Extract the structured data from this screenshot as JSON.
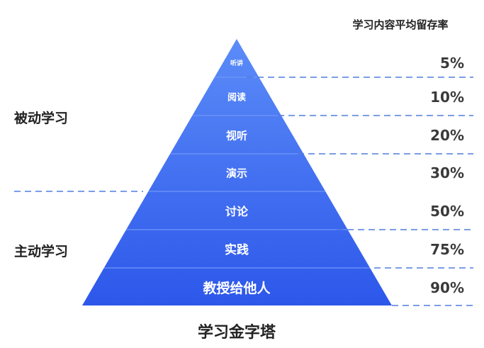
{
  "header": {
    "retention_title": "学习内容平均留存率"
  },
  "side_labels": {
    "passive": "被动学习",
    "active": "主动学习"
  },
  "levels": [
    {
      "name": "听讲",
      "retention": "5%"
    },
    {
      "name": "阅读",
      "retention": "10%"
    },
    {
      "name": "视听",
      "retention": "20%"
    },
    {
      "name": "演示",
      "retention": "30%"
    },
    {
      "name": "讨论",
      "retention": "50%"
    },
    {
      "name": "实践",
      "retention": "75%"
    },
    {
      "name": "教授给他人",
      "retention": "90%"
    }
  ],
  "footer": {
    "title": "学习金字塔"
  },
  "colors": {
    "pyramid_top": "#5b8cf8",
    "pyramid_bottom": "#2d57ea",
    "dash": "#4f7de0",
    "band_line": "#6f97f7"
  }
}
